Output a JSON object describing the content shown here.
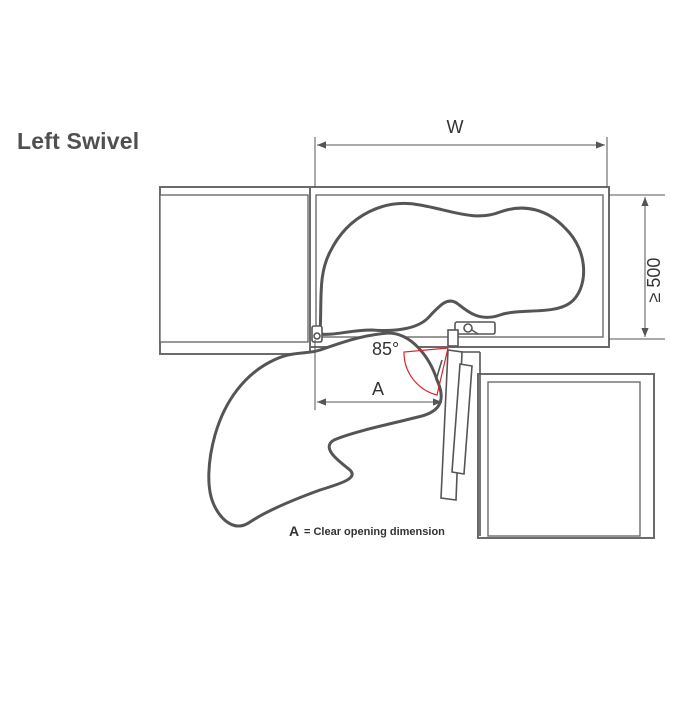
{
  "title": "Left Swivel",
  "dimensions": {
    "width_label": "W",
    "depth_label": "≥ 500",
    "opening_label": "A",
    "angle_label": "85°"
  },
  "legend": {
    "key": "A",
    "text": "= Clear opening dimension"
  },
  "colors": {
    "outline": "#555555",
    "angle_arc": "#d9242a",
    "title": "#505050"
  }
}
